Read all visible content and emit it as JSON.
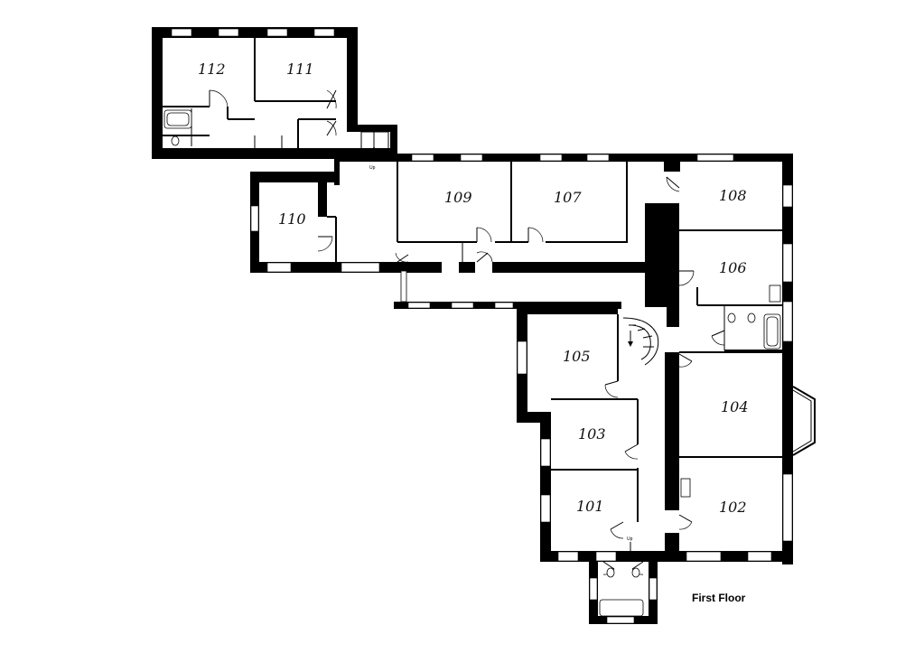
{
  "plan": {
    "floor_title": "First Floor",
    "up_marker": "Up",
    "rooms": [
      {
        "key": "r112",
        "label": "112"
      },
      {
        "key": "r111",
        "label": "111"
      },
      {
        "key": "r110",
        "label": "110"
      },
      {
        "key": "r109",
        "label": "109"
      },
      {
        "key": "r107",
        "label": "107"
      },
      {
        "key": "r108",
        "label": "108"
      },
      {
        "key": "r106",
        "label": "106"
      },
      {
        "key": "r105",
        "label": "105"
      },
      {
        "key": "r104",
        "label": "104"
      },
      {
        "key": "r103",
        "label": "103"
      },
      {
        "key": "r101",
        "label": "101"
      },
      {
        "key": "r102",
        "label": "102"
      }
    ]
  }
}
